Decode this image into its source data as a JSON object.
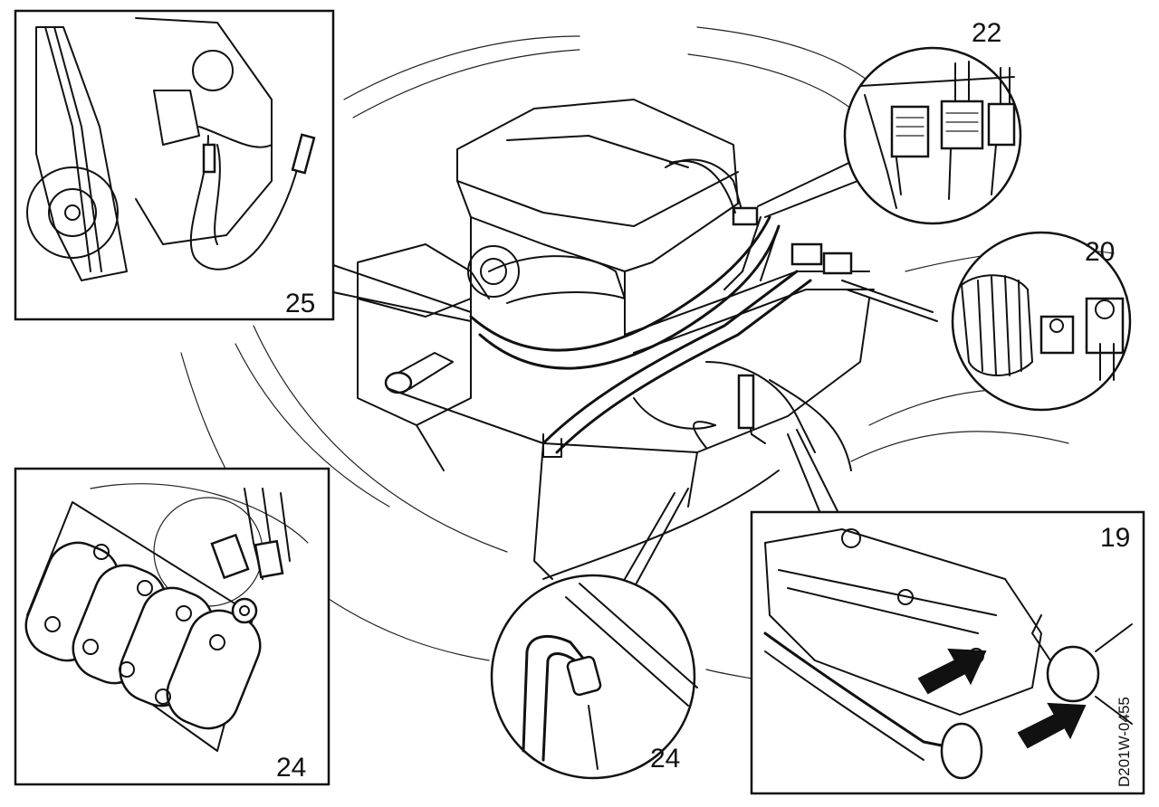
{
  "callouts": {
    "c19": "19",
    "c20": "20",
    "c22": "22",
    "c24_panel": "24",
    "c24_circle": "24",
    "c25": "25"
  },
  "figure_code": "D201W-0455"
}
